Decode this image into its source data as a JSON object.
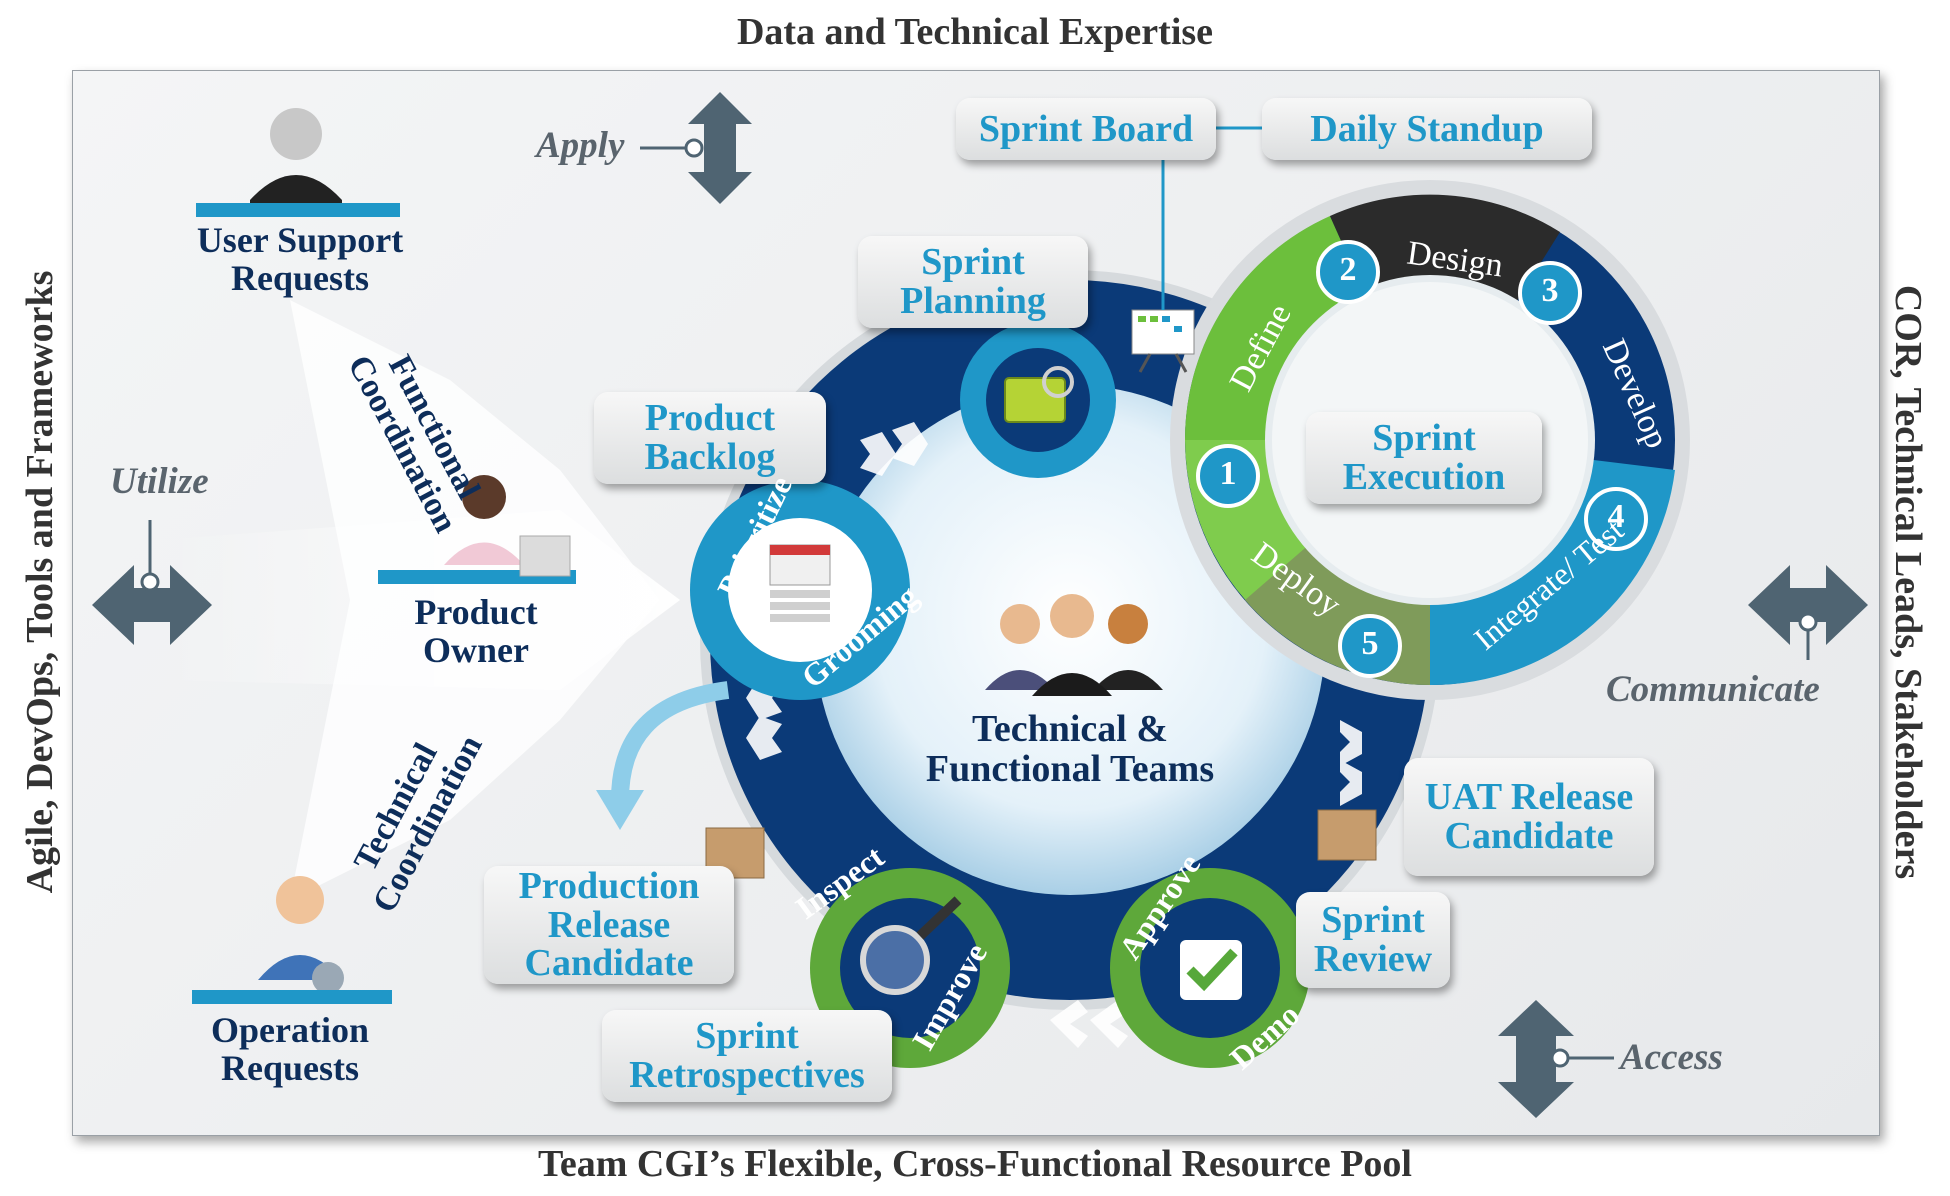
{
  "edges": {
    "top": "Data and Technical Expertise",
    "bottom": "Team CGI’s Flexible, Cross-Functional Resource Pool",
    "left": "Agile, DevOps, Tools and Frameworks",
    "right": "COR, Technical Leads, Stakeholders"
  },
  "verbs": {
    "apply": "Apply",
    "utilize": "Utilize",
    "communicate": "Communicate",
    "access": "Access"
  },
  "inputs": {
    "user_support": "User Support Requests",
    "product_owner": "Product Owner",
    "operation": "Operation Requests",
    "functional_coordination": [
      "Functional",
      "Coordination"
    ],
    "technical_coordination": [
      "Technical",
      "Coordination"
    ]
  },
  "boxes": {
    "sprint_board": "Sprint Board",
    "daily_standup": "Daily Standup",
    "sprint_planning": "Sprint Planning",
    "product_backlog": "Product Backlog",
    "sprint_execution": "Sprint Execution",
    "uat_release": "UAT Release Candidate",
    "sprint_review": "Sprint Review",
    "production_release": "Production Release Candidate",
    "sprint_retrospectives": "Sprint Retrospectives"
  },
  "center": {
    "title": "Technical & Functional Teams"
  },
  "cycle": {
    "prioritize": "Prioritize",
    "grooming": "Grooming",
    "inspect": "Inspect",
    "improve": "Improve",
    "approve": "Approve",
    "demo": "Demo"
  },
  "execution_ring": [
    {
      "num": "1",
      "label": "Define"
    },
    {
      "num": "2",
      "label": "Design"
    },
    {
      "num": "3",
      "label": "Develop"
    },
    {
      "num": "4",
      "label": "Integrate/ Test"
    },
    {
      "num": "5",
      "label": "Deploy"
    }
  ],
  "colors": {
    "navy": "#0d2d5a",
    "blue": "#1f97c8",
    "green": "#6cbf3c",
    "dark": "#2b2b2b"
  }
}
